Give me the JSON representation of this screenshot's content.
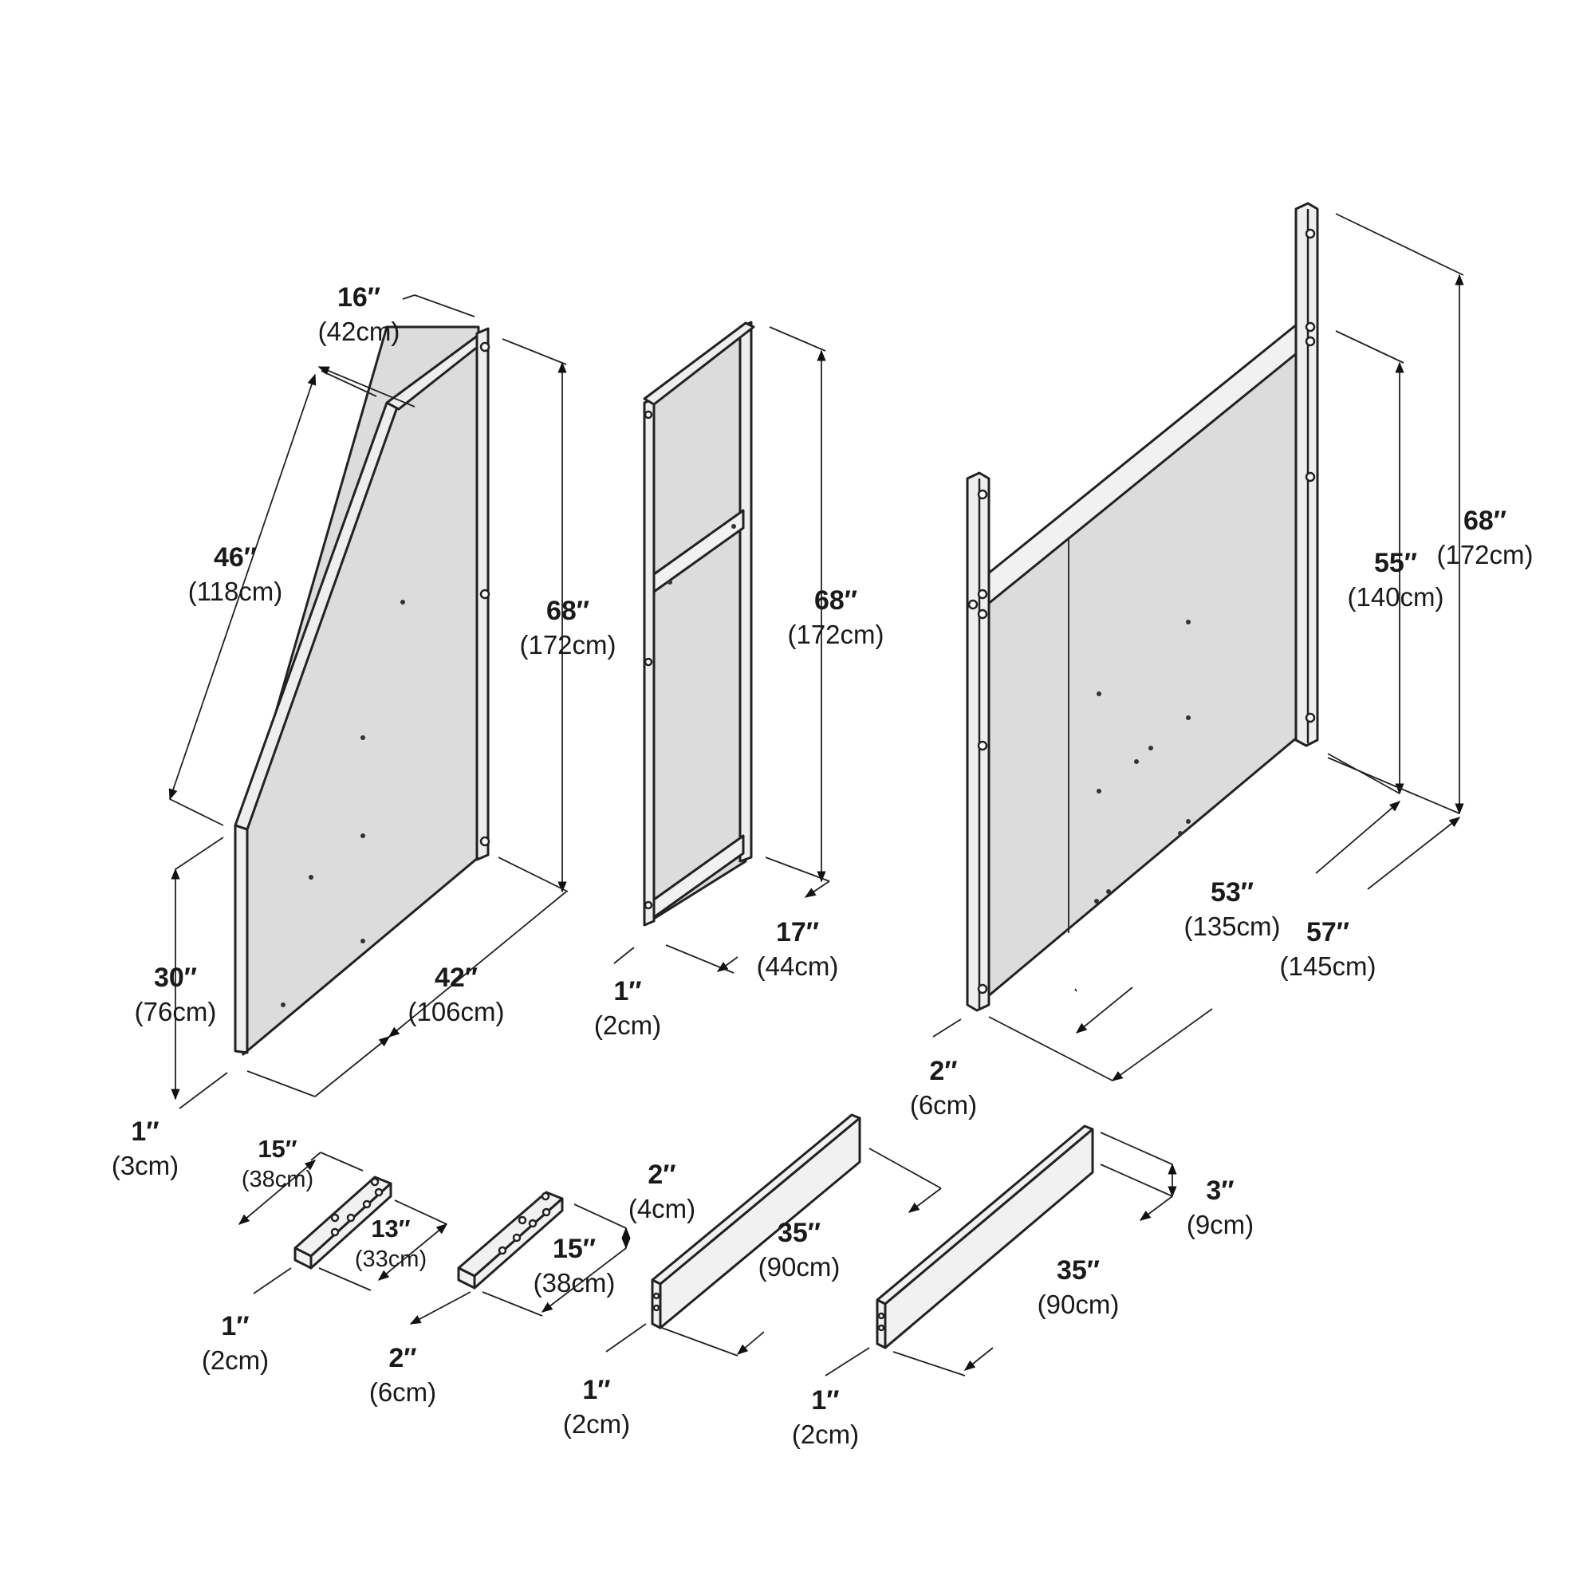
{
  "parts": {
    "ladder_side": {
      "diagonal": {
        "in": "46″",
        "cm": "(118cm)"
      },
      "top": {
        "in": "16″",
        "cm": "(42cm)"
      },
      "height": {
        "in": "68″",
        "cm": "(172cm)"
      },
      "lower": {
        "in": "30″",
        "cm": "(76cm)"
      },
      "depth": {
        "in": "42″",
        "cm": "(106cm)"
      },
      "thickness": {
        "in": "1″",
        "cm": "(3cm)"
      }
    },
    "end_panel": {
      "height": {
        "in": "68″",
        "cm": "(172cm)"
      },
      "width": {
        "in": "17″",
        "cm": "(44cm)"
      },
      "thickness": {
        "in": "1″",
        "cm": "(2cm)"
      }
    },
    "headboard": {
      "post_height": {
        "in": "68″",
        "cm": "(172cm)"
      },
      "panel_height": {
        "in": "55″",
        "cm": "(140cm)"
      },
      "inner_width": {
        "in": "53″",
        "cm": "(135cm)"
      },
      "outer_width": {
        "in": "57″",
        "cm": "(145cm)"
      },
      "post_thickness": {
        "in": "2″",
        "cm": "(6cm)"
      }
    },
    "bracket_a": {
      "length": {
        "in": "15″",
        "cm": "(38cm)"
      },
      "inner": {
        "in": "13″",
        "cm": "(33cm)"
      },
      "thickness": {
        "in": "1″",
        "cm": "(2cm)"
      }
    },
    "bracket_b": {
      "height": {
        "in": "2″",
        "cm": "(4cm)"
      },
      "length": {
        "in": "15″",
        "cm": "(38cm)"
      },
      "width": {
        "in": "2″",
        "cm": "(6cm)"
      }
    },
    "rail_a": {
      "length": {
        "in": "35″",
        "cm": "(90cm)"
      },
      "thickness": {
        "in": "1″",
        "cm": "(2cm)"
      }
    },
    "rail_b": {
      "height": {
        "in": "3″",
        "cm": "(9cm)"
      },
      "length": {
        "in": "35″",
        "cm": "(90cm)"
      },
      "thickness": {
        "in": "1″",
        "cm": "(2cm)"
      }
    }
  }
}
